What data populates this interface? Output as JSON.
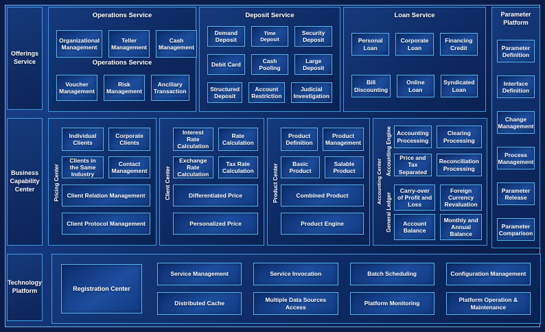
{
  "theme": {
    "background": "#0a1d49",
    "frame_border": "#6cb2e6",
    "panel_border": "#3f9ade",
    "box_border": "#58b4f2",
    "box_fill": "#1d4d9d",
    "text": "#ffffff"
  },
  "offerings": {
    "label": "Offerings Service"
  },
  "operations": {
    "title": "Operations Service",
    "mid_title": "Operations Service",
    "row1": [
      "Organizational Management",
      "Teller Management",
      "Cash Management"
    ],
    "row2": [
      "Voucher Management",
      "Risk Management",
      "Ancillary Transaction"
    ]
  },
  "deposit": {
    "title": "Deposit Service",
    "boxes": [
      "Demand Deposit",
      "Time Deposit",
      "Security Deposit",
      "Debit Card",
      "Cash Pooling",
      "Large Deposit",
      "Structured Deposit",
      "Account Restriction",
      "Judicial Investigation"
    ]
  },
  "loan": {
    "title": "Loan Service",
    "boxes": [
      "Personal Loan",
      "Corporate Loan",
      "Financing Credit",
      "Bill Discounting",
      "Online Loan",
      "Syndicated Loan"
    ]
  },
  "parameter": {
    "title_line1": "Parameter",
    "title_line2": "Platform",
    "boxes": [
      "Parameter Definition",
      "Interface Definition",
      "Change Management",
      "Process Management",
      "Parameter Release",
      "Parameter Comparison"
    ]
  },
  "business": {
    "label": "Business Capability Center"
  },
  "pricing_center": {
    "label": "Pricing Center",
    "small": [
      "Individual Clients",
      "Corporate Clients",
      "Clients in the Same Industry",
      "Contact Management"
    ],
    "wide": [
      "Client Relation Management",
      "Client Protocol Management"
    ]
  },
  "client_center": {
    "label": "Client Center",
    "small": [
      "Interest Rate Calculation",
      "Rate Calculation",
      "Exchange Rate Calculation",
      "Tax Rate Calculation"
    ],
    "wide": [
      "Differentiated Price",
      "Personalized Price"
    ]
  },
  "product_center": {
    "label": "Product Center",
    "small": [
      "Product Definition",
      "Product Management",
      "Basic Product",
      "Salable Product"
    ],
    "wide": [
      "Combined Product",
      "Product Engine"
    ]
  },
  "accounting_center": {
    "label": "Accounting Center",
    "groups": [
      {
        "label": "Accounting Engine",
        "boxes": [
          "Accounting Processing",
          "Clearing Processing",
          "Price and Tax Separated",
          "Reconciliation Processing"
        ]
      },
      {
        "label": "General Ledger",
        "boxes": [
          "Carry-over of Profit and Loss",
          "Foreign Currency Revaluation",
          "Account Balance",
          "Monthly and Annual Balance"
        ]
      }
    ]
  },
  "technology": {
    "label": "Technology Platform",
    "registration": "Registration Center",
    "row1": [
      "Service Management",
      "Service Invocation",
      "Batch Scheduling",
      "Configuration Management"
    ],
    "row2": [
      "Distributed Cache",
      "Multiple Data Sources Access",
      "Platform Monitoring",
      "Platform Operation & Maintenance"
    ]
  }
}
